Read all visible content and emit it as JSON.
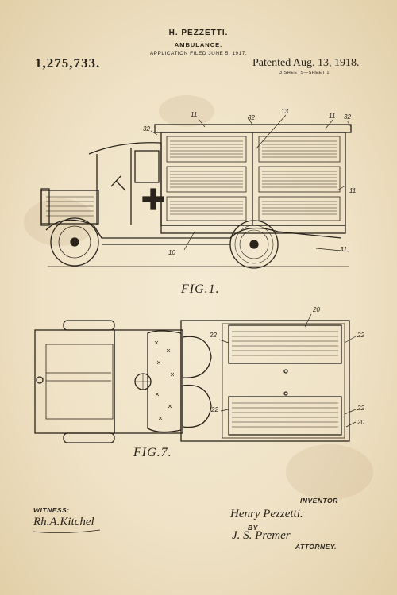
{
  "header": {
    "inventor_name": "H. PEZZETTI.",
    "title": "AMBULANCE.",
    "filed": "APPLICATION FILED JUNE 5, 1917.",
    "patent_number": "1,275,733.",
    "patent_date": "Patented Aug. 13, 1918.",
    "sheets": "3 SHEETS—SHEET 1."
  },
  "figures": {
    "fig1_label": "FIG.1.",
    "fig7_label": "FIG.7.",
    "fig1_refs": [
      "11",
      "32",
      "13",
      "11",
      "32",
      "32",
      "11",
      "10",
      "31"
    ],
    "fig7_refs": [
      "20",
      "22",
      "22",
      "22",
      "22",
      "20"
    ]
  },
  "footer": {
    "witness_label": "WITNESS:",
    "witness_signature": "Rh.A.Kitchel",
    "inventor_label": "INVENTOR",
    "inventor_signature": "Henry Pezzetti.",
    "by_label": "BY",
    "attorney_signature": "J. S. Premer",
    "attorney_label": "ATTORNEY."
  }
}
